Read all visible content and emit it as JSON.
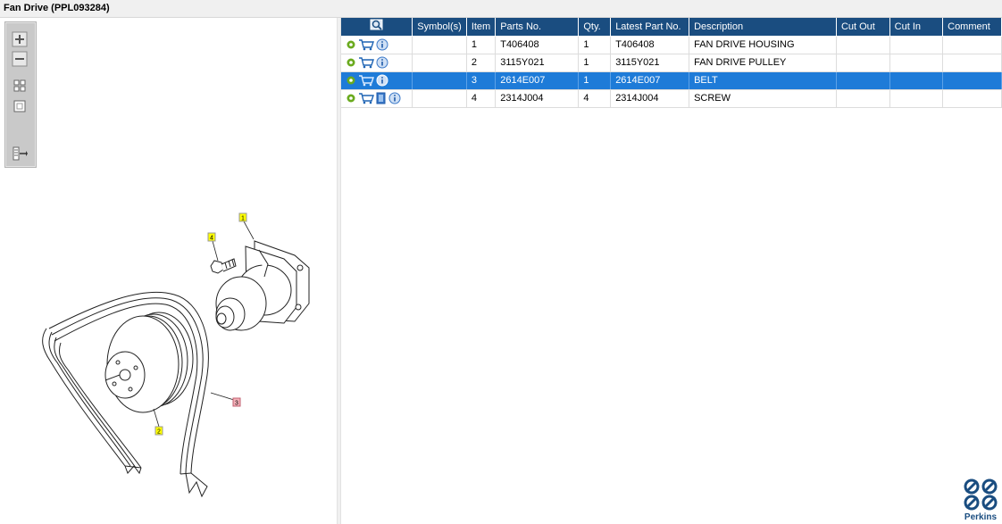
{
  "window": {
    "title": "Fan Drive (PPL093284)"
  },
  "toolbar": {
    "buttons": [
      "zoom-in-icon",
      "zoom-out-icon",
      "fit-all-icon",
      "actual-size-icon",
      "export-list-icon"
    ]
  },
  "diagram": {
    "callouts": [
      "1",
      "2",
      "3",
      "4"
    ],
    "callout_color": "#ffff00",
    "selected_callout_color": "#f4b0b8"
  },
  "table": {
    "columns": [
      "",
      "Symbol(s)",
      "Item",
      "Parts No.",
      "Qty.",
      "Latest Part No.",
      "Description",
      "Cut Out",
      "Cut In",
      "Comment"
    ],
    "rows": [
      {
        "item": "1",
        "part_no": "T406408",
        "qty": "1",
        "latest": "T406408",
        "description": "FAN DRIVE HOUSING",
        "cut_out": "",
        "cut_in": "",
        "comment": "",
        "selected": false
      },
      {
        "item": "2",
        "part_no": "3115Y021",
        "qty": "1",
        "latest": "3115Y021",
        "description": "FAN DRIVE PULLEY",
        "cut_out": "",
        "cut_in": "",
        "comment": "",
        "selected": false
      },
      {
        "item": "3",
        "part_no": "2614E007",
        "qty": "1",
        "latest": "2614E007",
        "description": "BELT",
        "cut_out": "",
        "cut_in": "",
        "comment": "",
        "selected": true
      },
      {
        "item": "4",
        "part_no": "2314J004",
        "qty": "4",
        "latest": "2314J004",
        "description": "SCREW",
        "cut_out": "",
        "cut_in": "",
        "comment": "",
        "selected": false
      }
    ]
  },
  "branding": {
    "logo_text": "Perkins",
    "color": "#1a4d80"
  },
  "colors": {
    "header": "#1a4d80",
    "selected_row": "#1e7bd8"
  }
}
